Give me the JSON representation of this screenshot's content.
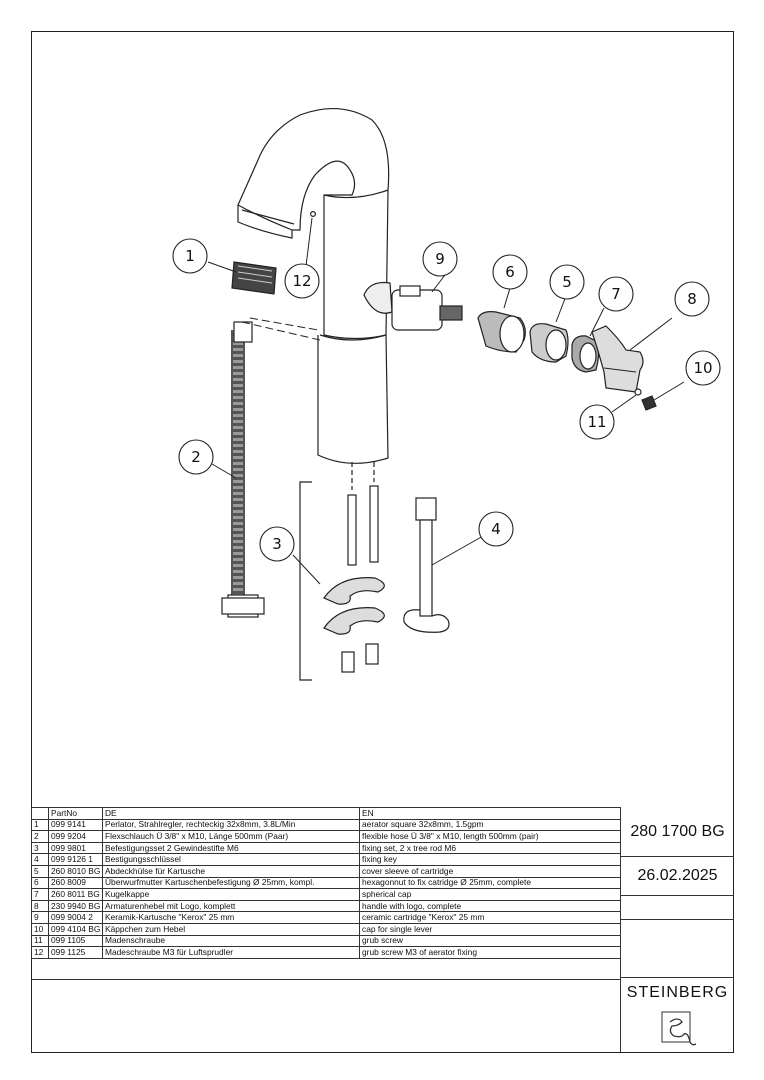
{
  "callouts": [
    "1",
    "2",
    "3",
    "4",
    "5",
    "6",
    "7",
    "8",
    "9",
    "10",
    "11",
    "12"
  ],
  "table": {
    "headers": {
      "pos": "",
      "partno": "PartNo",
      "de": "DE",
      "en": "EN"
    },
    "rows": [
      {
        "pos": "1",
        "partno": "099 9141",
        "de": "Perlator, Strahlregler, rechteckig 32x8mm, 3.8L/Min",
        "en": "aerator square 32x8mm, 1.5gpm"
      },
      {
        "pos": "2",
        "partno": "099 9204",
        "de": "Flexschlauch Ü 3/8\" x M10, Länge 500mm (Paar)",
        "en": "flexible hose Ü 3/8\" x M10, length 500mm (pair)"
      },
      {
        "pos": "3",
        "partno": "099 9801",
        "de": "Befestigungsset 2 Gewindestifte M6",
        "en": "fixing set, 2 x tree rod M6"
      },
      {
        "pos": "4",
        "partno": "099 9126 1",
        "de": "Bestigungsschlüssel",
        "en": "fixing key"
      },
      {
        "pos": "5",
        "partno": "260 8010 BG",
        "de": "Abdeckhülse für Kartusche",
        "en": "cover sleeve of cartridge"
      },
      {
        "pos": "6",
        "partno": "260 8009",
        "de": "Überwurfmutter Kartuschenbefestigung Ø 25mm, kompl.",
        "en": "hexagonnut to fix catridge Ø 25mm, complete"
      },
      {
        "pos": "7",
        "partno": "260 8011 BG",
        "de": "Kugelkappe",
        "en": "spherical cap"
      },
      {
        "pos": "8",
        "partno": "230 9940 BG",
        "de": "Armaturenhebel mit Logo, komplett",
        "en": "handle with logo, complete"
      },
      {
        "pos": "9",
        "partno": "099 9004 2",
        "de": "Keramik-Kartusche \"Kerox\" 25 mm",
        "en": "ceramic cartridge \"Kerox\" 25 mm"
      },
      {
        "pos": "10",
        "partno": "099 4104 BG",
        "de": "Käppchen zum Hebel",
        "en": "cap for single lever"
      },
      {
        "pos": "11",
        "partno": "099 1105",
        "de": "Madenschraube",
        "en": "grub screw"
      },
      {
        "pos": "12",
        "partno": "099 1125",
        "de": "Madeschraube M3 für Luftsprudler",
        "en": "grub screw M3 of aerator fixing"
      }
    ]
  },
  "title_block": {
    "doc_number": "280 1700 BG",
    "date": "26.02.2025",
    "brand": "STEINBERG"
  }
}
